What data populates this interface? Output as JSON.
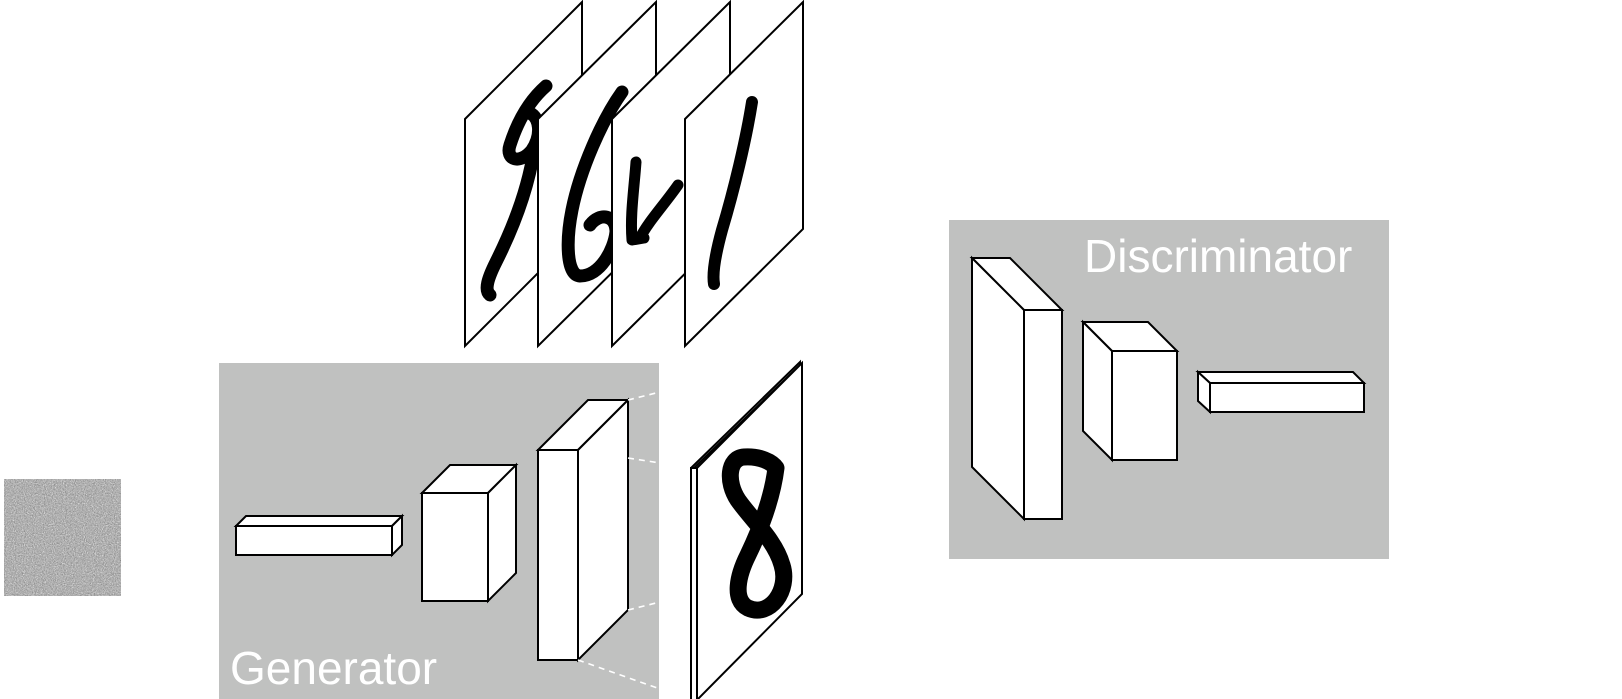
{
  "generator": {
    "label": "Generator"
  },
  "discriminator": {
    "label": "Discriminator"
  },
  "real_samples": {
    "digits": [
      "9",
      "6",
      "4",
      "1"
    ]
  },
  "generated_sample": {
    "digit": "8"
  },
  "colors": {
    "panel": "#c0c1c0",
    "block": "#ffffff",
    "outline": "#000000",
    "ink": "#000000"
  }
}
